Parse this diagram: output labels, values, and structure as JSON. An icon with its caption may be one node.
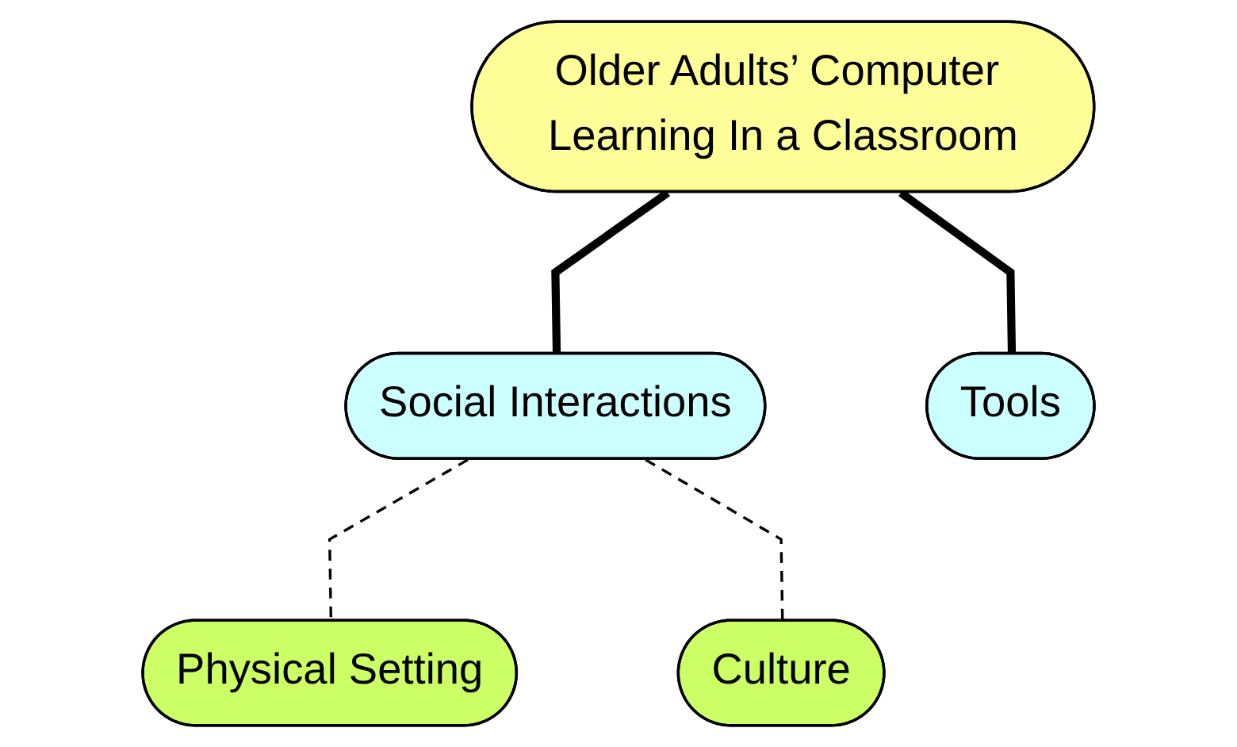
{
  "diagram": {
    "nodes": [
      {
        "text": [
          "Older Adults’ Computer Learning In a Classroom"
        ]
      },
      {
        "text": [
          "Social Interactions"
        ]
      },
      {
        "text": [
          "Tools"
        ]
      },
      {
        "text": [
          "Physical Setting"
        ]
      },
      {
        "text": [
          "Culture"
        ]
      }
    ],
    "edges": [
      {
        "from": 0,
        "to": 1,
        "arrow": "none",
        "style": "thick"
      },
      {
        "from": 0,
        "to": 2,
        "arrow": "none",
        "style": "thick"
      },
      {
        "from": 1,
        "to": 3,
        "arrow": "none",
        "style": "dashed"
      },
      {
        "from": 1,
        "to": 4,
        "arrow": "none",
        "style": "dashed"
      }
    ]
  }
}
